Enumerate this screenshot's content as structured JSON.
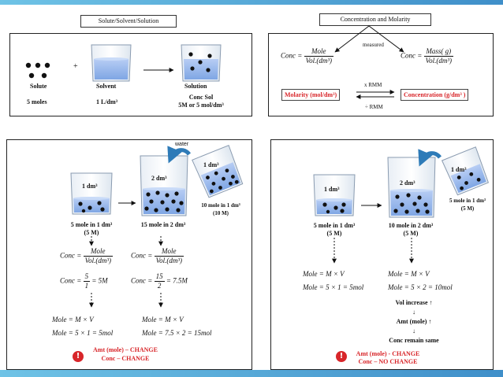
{
  "colors": {
    "accent": "#3f8fc9",
    "liquid": "#8fb4ea",
    "alert": "#d8262a"
  },
  "top_left": {
    "tag": "Solute/Solvent/Solution",
    "plus": "+",
    "solute": "Solute",
    "solvent": "Solvent",
    "solution": "Solution",
    "solute_amt": "5 moles",
    "solvent_amt": "1 L/dm³",
    "conc_sol_1": "Conc Sol",
    "conc_sol_2": "5M or 5 mol/dm³"
  },
  "top_right": {
    "tag": "Concentration and Molarity",
    "measured": "measured",
    "conc": "Conc =",
    "mole": "Mole",
    "vol": "Vol.(dm³)",
    "mass": "Mass( g)",
    "molarity": "Molarity (mol/dm³)",
    "concentration": "Concentration (g/dm³ )",
    "x_rmm": "x  RMM",
    "div_rmm": "÷  RMM"
  },
  "bottom_left": {
    "water": "water",
    "b1_label": "1 dm³",
    "b2_label": "2 dm³",
    "b3_label": "1 dm³",
    "cap1_a": "5 mole in 1 dm³",
    "cap1_b": "(5 M)",
    "cap2": "15 mole in 2 dm³",
    "cap3_a": "10 mole in 1 dm³",
    "cap3_b": "(10 M)",
    "conc": "Conc =",
    "mole": "Mole",
    "vol": "Vol.(dm³)",
    "eqA_num": "5",
    "eqA_den": "1",
    "eqA_res": "= 5M",
    "eqB_num": "15",
    "eqB_den": "2",
    "eqB_res": "= 7.5M",
    "mv1": "Mole = M × V",
    "mv1b": "Mole = 5 × 1 = 5mol",
    "mv2": "Mole = M × V",
    "mv2b": "Mole = 7.5 × 2 = 15mol",
    "alert1": "Amt (mole) – CHANGE",
    "alert2": "Conc – CHANGE"
  },
  "bottom_right": {
    "b1_label": "1 dm³",
    "b2_label": "2 dm³",
    "b3_label": "1 dm³",
    "cap1_a": "5 mole in 1 dm³",
    "cap1_b": "(5 M)",
    "cap2_a": "10 mole in 2 dm³",
    "cap2_b": "(5 M)",
    "cap3_a": "5 mole in 1 dm³",
    "cap3_b": "(5 M)",
    "mv1": "Mole = M × V",
    "mv1b": "Mole = 5 × 1 = 5mol",
    "mv2": "Mole = M × V",
    "mv2b": "Mole = 5 × 2 = 10mol",
    "s1": "Vol increase ↑",
    "s2": "↓",
    "s3": "Amt (mole) ↑",
    "s4": "↓",
    "s5": "Conc remain same",
    "alert1": "Amt (mole) - CHANGE",
    "alert2": "Conc – NO CHANGE"
  }
}
